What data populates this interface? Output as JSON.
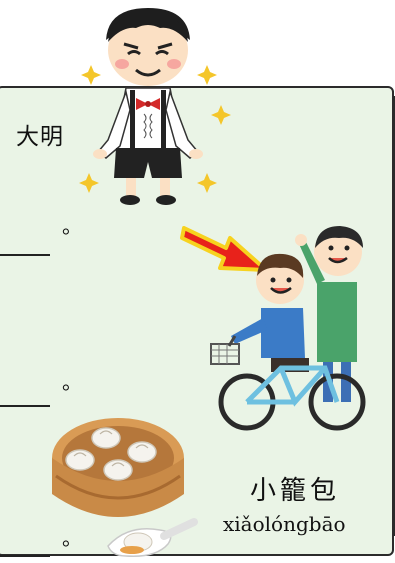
{
  "character_name": "大明",
  "sentence_end_marks": [
    "。",
    "。",
    "。"
  ],
  "vocab": {
    "characters": "小籠包",
    "pinyin": "xiǎolóngbāo"
  },
  "colors": {
    "panel_bg": "#eaf4e6",
    "arrow_fill": "#e8221b",
    "arrow_outline": "#f7d21e"
  },
  "icons": {
    "waiter": "waiter-illustration",
    "kids_bike": "kids-bicycle-illustration",
    "arrow": "red-arrow-icon",
    "dumplings": "xiaolongbao-steamer-illustration"
  }
}
